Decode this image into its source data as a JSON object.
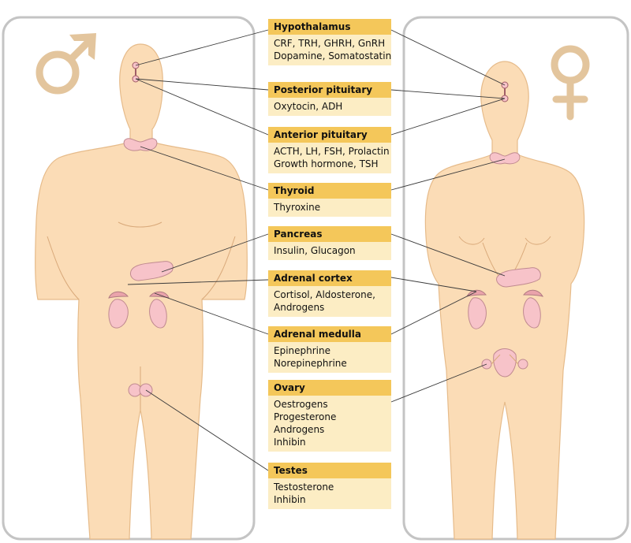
{
  "hormone_boxes": [
    {
      "title": "Hypothalamus",
      "lines": [
        "CRF, TRH, GHRH, GnRH",
        "Dopamine, Somatostatin"
      ]
    },
    {
      "title": "Posterior pituitary",
      "lines": [
        "Oxytocin, ADH"
      ]
    },
    {
      "title": "Anterior pituitary",
      "lines": [
        "ACTH, LH, FSH, Prolactin",
        "Growth hormone, TSH"
      ]
    },
    {
      "title": "Thyroid",
      "lines": [
        "Thyroxine"
      ]
    },
    {
      "title": "Pancreas",
      "lines": [
        "Insulin, Glucagon"
      ]
    },
    {
      "title": "Adrenal cortex",
      "lines": [
        "Cortisol, Aldosterone,",
        "Androgens"
      ]
    },
    {
      "title": "Adrenal medulla",
      "lines": [
        "Epinephrine",
        "Norepinephrine"
      ]
    },
    {
      "title": "Ovary",
      "lines": [
        "Oestrogens",
        "Progesterone",
        "Androgens",
        "Inhibin"
      ]
    },
    {
      "title": "Testes",
      "lines": [
        "Testosterone",
        "Inhibin"
      ]
    }
  ],
  "symbols": {
    "left": "male-symbol",
    "right": "female-symbol"
  },
  "colors": {
    "header": "#f4c75a",
    "body": "#fcedc4",
    "skin": "#fbdcb6",
    "organ": "#f7c3c9",
    "symbol": "#e3c59d"
  }
}
